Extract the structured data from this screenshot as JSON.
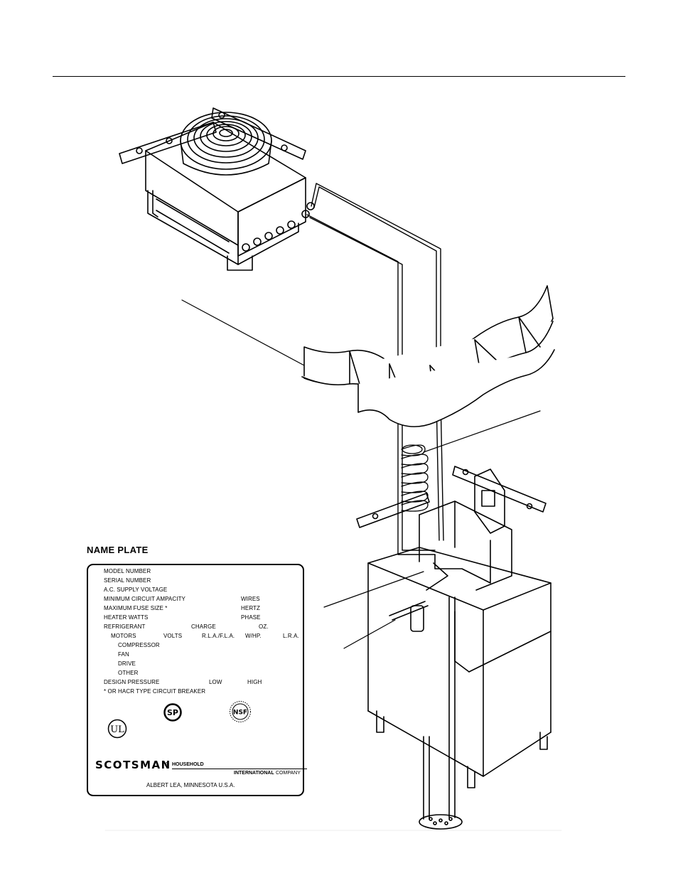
{
  "name_plate": {
    "title": "NAME PLATE",
    "lines": {
      "model_number": "MODEL NUMBER",
      "serial_number": "SERIAL NUMBER",
      "supply_voltage": "A.C. SUPPLY VOLTAGE",
      "min_circuit": "MINIMUM CIRCUIT AMPACITY",
      "wires": "WIRES",
      "max_fuse": "MAXIMUM FUSE SIZE *",
      "hertz": "HERTZ",
      "heater_watts": "HEATER WATTS",
      "phase": "PHASE",
      "refrigerant": "REFRIGERANT",
      "charge": "CHARGE",
      "oz": "OZ.",
      "motors": "MOTORS",
      "volts": "VOLTS",
      "rla": "R.L.A./F.L.A.",
      "whp": "W/HP.",
      "lra": "L.R.A.",
      "compressor": "COMPRESSOR",
      "fan": "FAN",
      "drive": "DRIVE",
      "other": "OTHER",
      "design_pressure": "DESIGN PRESSURE",
      "low": "LOW",
      "high": "HIGH",
      "breaker_note": "* OR HACR TYPE CIRCUIT BREAKER"
    },
    "logos": {
      "ul": "UL",
      "csa": "SP",
      "nsf": "NSF"
    },
    "brand": {
      "name": "SCOTSMAN",
      "a": "A",
      "household": "HOUSEHOLD",
      "international": "INTERNATIONAL",
      "company": "COMPANY",
      "address": "ALBERT LEA, MINNESOTA U.S.A."
    }
  }
}
